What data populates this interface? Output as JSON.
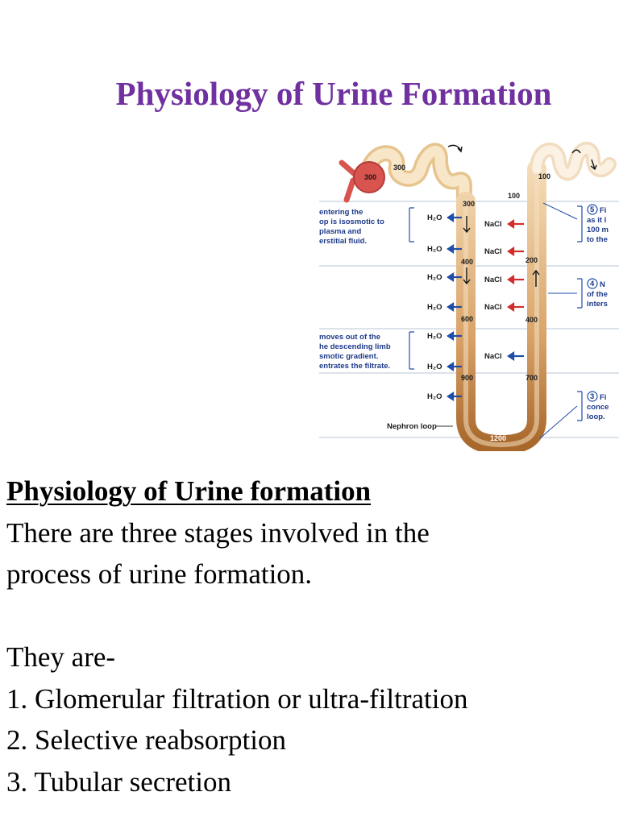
{
  "page": {
    "title": "Physiology of Urine Formation"
  },
  "figure": {
    "left_notes": [
      [
        "entering the",
        "op is isosmotic to",
        " plasma and",
        "erstitial fluid."
      ],
      [
        "moves out of the",
        "he descending limb",
        "smotic gradient.",
        "entrates the filtrate."
      ]
    ],
    "right_notes": [
      {
        "step": "5",
        "lines": [
          "Fi",
          "as it l",
          "100 m",
          "to the"
        ]
      },
      {
        "step": "4",
        "lines": [
          "N",
          "of the",
          "inters"
        ]
      },
      {
        "step": "3",
        "lines": [
          "Fi",
          "conce",
          "loop."
        ]
      }
    ],
    "h2o_labels": [
      "H₂O",
      "H₂O",
      "H₂O",
      "H₂O",
      "H₂O",
      "H₂O",
      "H₂O"
    ],
    "nacl_labels": [
      "NaCl",
      "NaCl",
      "NaCl",
      "NaCl",
      "NaCl"
    ],
    "osmolarity": {
      "glomerulus": "300",
      "glomerulus_out": "300",
      "desc_top": "300",
      "desc_400": "400",
      "desc_600": "600",
      "desc_900": "900",
      "bottom": "1200",
      "asc_700": "700",
      "asc_400": "400",
      "asc_200": "200",
      "asc_top": "100",
      "distal": "100"
    },
    "loop_label": "Nephron loop",
    "colors": {
      "h2o_arrow": "#1f4ea8",
      "nacl_arrow": "#d22d2d",
      "tubule_light": "#f6e0bf",
      "tubule_dark": "#b07030",
      "glomerulus": "#d9534f"
    }
  },
  "content": {
    "heading": "Physiology of Urine formation",
    "intro_line1": "There are three stages involved in the",
    "intro_line2": "process of urine  formation.",
    "lead": "They are-",
    "stages": [
      "1. Glomerular filtration or ultra-filtration",
      "2. Selective reabsorption",
      "3. Tubular secretion"
    ]
  }
}
